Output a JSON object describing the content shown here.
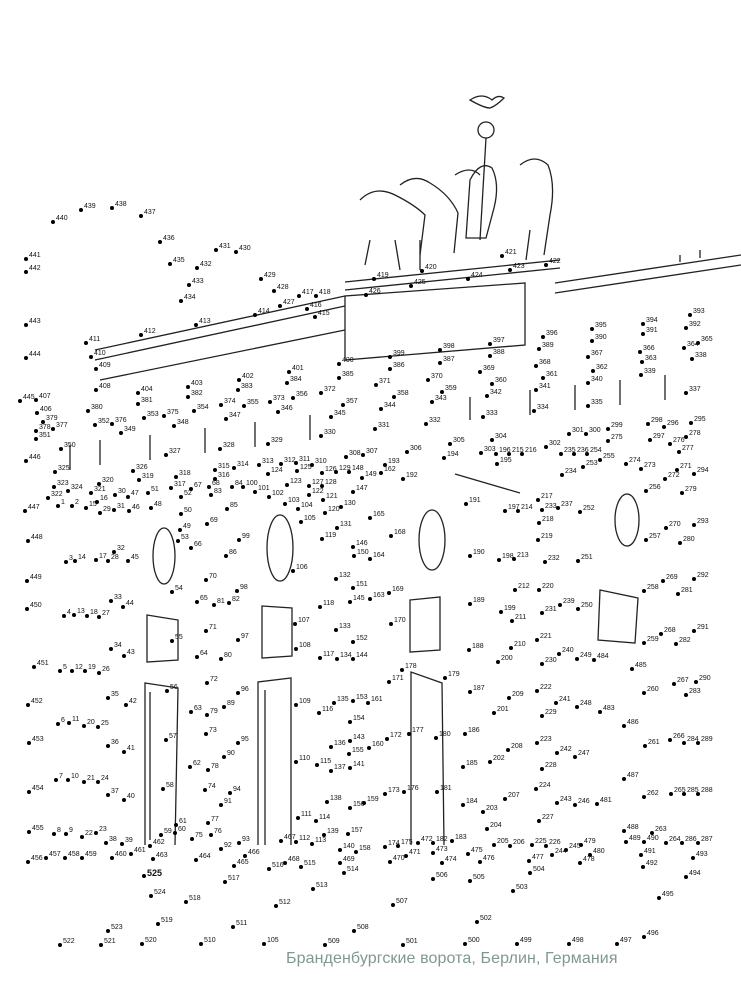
{
  "caption": "Бранденбургские ворота, Берлин, Германия",
  "dots": [
    "440",
    "439",
    "438",
    "437",
    "436",
    "435",
    "434",
    "433",
    "432",
    "431",
    "430",
    "429",
    "428",
    "427",
    "417",
    "418",
    "416",
    "415",
    "414",
    "413",
    "412",
    "411",
    "410",
    "409",
    "408",
    "441",
    "442",
    "443",
    "444",
    "445",
    "407",
    "406",
    "379",
    "378",
    "377",
    "351",
    "446",
    "350",
    "325",
    "323",
    "324",
    "322",
    "1",
    "447",
    "448",
    "449",
    "450",
    "451",
    "452",
    "453",
    "454",
    "455",
    "456",
    "2",
    "15",
    "16",
    "29",
    "31",
    "46",
    "320",
    "321",
    "30",
    "47",
    "319",
    "51",
    "48",
    "317",
    "318",
    "67",
    "52",
    "3",
    "14",
    "17",
    "32",
    "28",
    "45",
    "33",
    "44",
    "4",
    "13",
    "18",
    "27",
    "34",
    "43",
    "5",
    "12",
    "19",
    "26",
    "35",
    "42",
    "6",
    "11",
    "20",
    "25",
    "36",
    "41",
    "7",
    "10",
    "21",
    "24",
    "37",
    "40",
    "8",
    "9",
    "22",
    "23",
    "38",
    "39",
    "457",
    "458",
    "459",
    "460",
    "461",
    "462",
    "463",
    "59",
    "60",
    "61",
    "75",
    "76",
    "77",
    "92",
    "93",
    "466",
    "465",
    "464",
    "517",
    "525",
    "524",
    "518",
    "519",
    "523",
    "522",
    "521",
    "520",
    "510",
    "511",
    "105",
    "512",
    "516",
    "468",
    "467",
    "515",
    "513",
    "514",
    "469",
    "113",
    "112",
    "139",
    "140",
    "157",
    "158",
    "509",
    "508",
    "507",
    "506",
    "505",
    "504",
    "503",
    "502",
    "501",
    "500",
    "499",
    "498",
    "497",
    "496",
    "495",
    "494",
    "493",
    "492",
    "491",
    "490",
    "489",
    "488",
    "487",
    "486",
    "485",
    "484",
    "483",
    "481",
    "480",
    "479",
    "478",
    "477",
    "476",
    "475",
    "474",
    "473",
    "472",
    "471",
    "470",
    "182",
    "183",
    "174",
    "175",
    "173",
    "176",
    "177",
    "178",
    "179",
    "180",
    "181",
    "184",
    "185",
    "186",
    "187",
    "188",
    "189",
    "190",
    "191",
    "299",
    "298",
    "295",
    "296",
    "297",
    "278",
    "276",
    "277",
    "275",
    "274",
    "273",
    "271",
    "294",
    "272",
    "279",
    "256",
    "270",
    "293",
    "280",
    "257",
    "269",
    "292",
    "281",
    "258",
    "268",
    "291",
    "282",
    "259",
    "267",
    "290",
    "283",
    "260",
    "266",
    "284",
    "289",
    "261",
    "265",
    "285",
    "288",
    "262",
    "263",
    "264",
    "286",
    "287",
    "250",
    "251",
    "252",
    "253",
    "254",
    "255",
    "249",
    "248",
    "247",
    "246",
    "245",
    "244",
    "226",
    "225",
    "206",
    "205",
    "204",
    "203",
    "207",
    "227",
    "224",
    "223",
    "222",
    "221",
    "220",
    "219",
    "218",
    "217",
    "197",
    "214",
    "198",
    "213",
    "232",
    "233",
    "237",
    "199",
    "212",
    "211",
    "231",
    "239",
    "200",
    "210",
    "230",
    "240",
    "201",
    "209",
    "229",
    "241",
    "202",
    "208",
    "228",
    "242",
    "243",
    "234",
    "235",
    "236",
    "302",
    "301",
    "300",
    "216",
    "215",
    "196",
    "303",
    "304",
    "195",
    "194",
    "305",
    "192",
    "193",
    "306",
    "422",
    "421",
    "423",
    "424",
    "425",
    "426",
    "419",
    "420",
    "396",
    "395",
    "394",
    "393",
    "392",
    "365",
    "364",
    "338",
    "391",
    "366",
    "363",
    "339",
    "390",
    "367",
    "362",
    "340",
    "389",
    "368",
    "361",
    "341",
    "397",
    "388",
    "369",
    "360",
    "342",
    "398",
    "387",
    "370",
    "359",
    "343",
    "399",
    "386",
    "371",
    "358",
    "344",
    "400",
    "385",
    "372",
    "357",
    "345",
    "401",
    "384",
    "373",
    "356",
    "346",
    "402",
    "383",
    "374",
    "355",
    "347",
    "403",
    "382",
    "375",
    "354",
    "348",
    "404",
    "381",
    "376",
    "353",
    "349",
    "380",
    "352",
    "337",
    "335",
    "334",
    "333",
    "332",
    "331",
    "330",
    "329",
    "328",
    "327",
    "326",
    "315",
    "314",
    "313",
    "312",
    "311",
    "310",
    "308",
    "307",
    "316",
    "124",
    "125",
    "126",
    "129",
    "148",
    "149",
    "162",
    "68",
    "83",
    "84",
    "100",
    "101",
    "123",
    "127",
    "128",
    "147",
    "102",
    "122",
    "121",
    "103",
    "104",
    "120",
    "130",
    "105",
    "50",
    "49",
    "69",
    "85",
    "53",
    "66",
    "86",
    "99",
    "131",
    "119",
    "146",
    "150",
    "165",
    "168",
    "164",
    "106",
    "132",
    "151",
    "145",
    "169",
    "163",
    "118",
    "54",
    "65",
    "70",
    "81",
    "98",
    "82",
    "55",
    "71",
    "64",
    "80",
    "97",
    "107",
    "133",
    "152",
    "170",
    "108",
    "117",
    "134",
    "144",
    "56",
    "72",
    "63",
    "79",
    "89",
    "96",
    "109",
    "116",
    "135",
    "153",
    "154",
    "161",
    "171",
    "57",
    "73",
    "62",
    "78",
    "90",
    "95",
    "136",
    "143",
    "160",
    "172",
    "155",
    "110",
    "115",
    "137",
    "141",
    "58",
    "74",
    "91",
    "94",
    "138",
    "156",
    "159",
    "111",
    "114"
  ]
}
